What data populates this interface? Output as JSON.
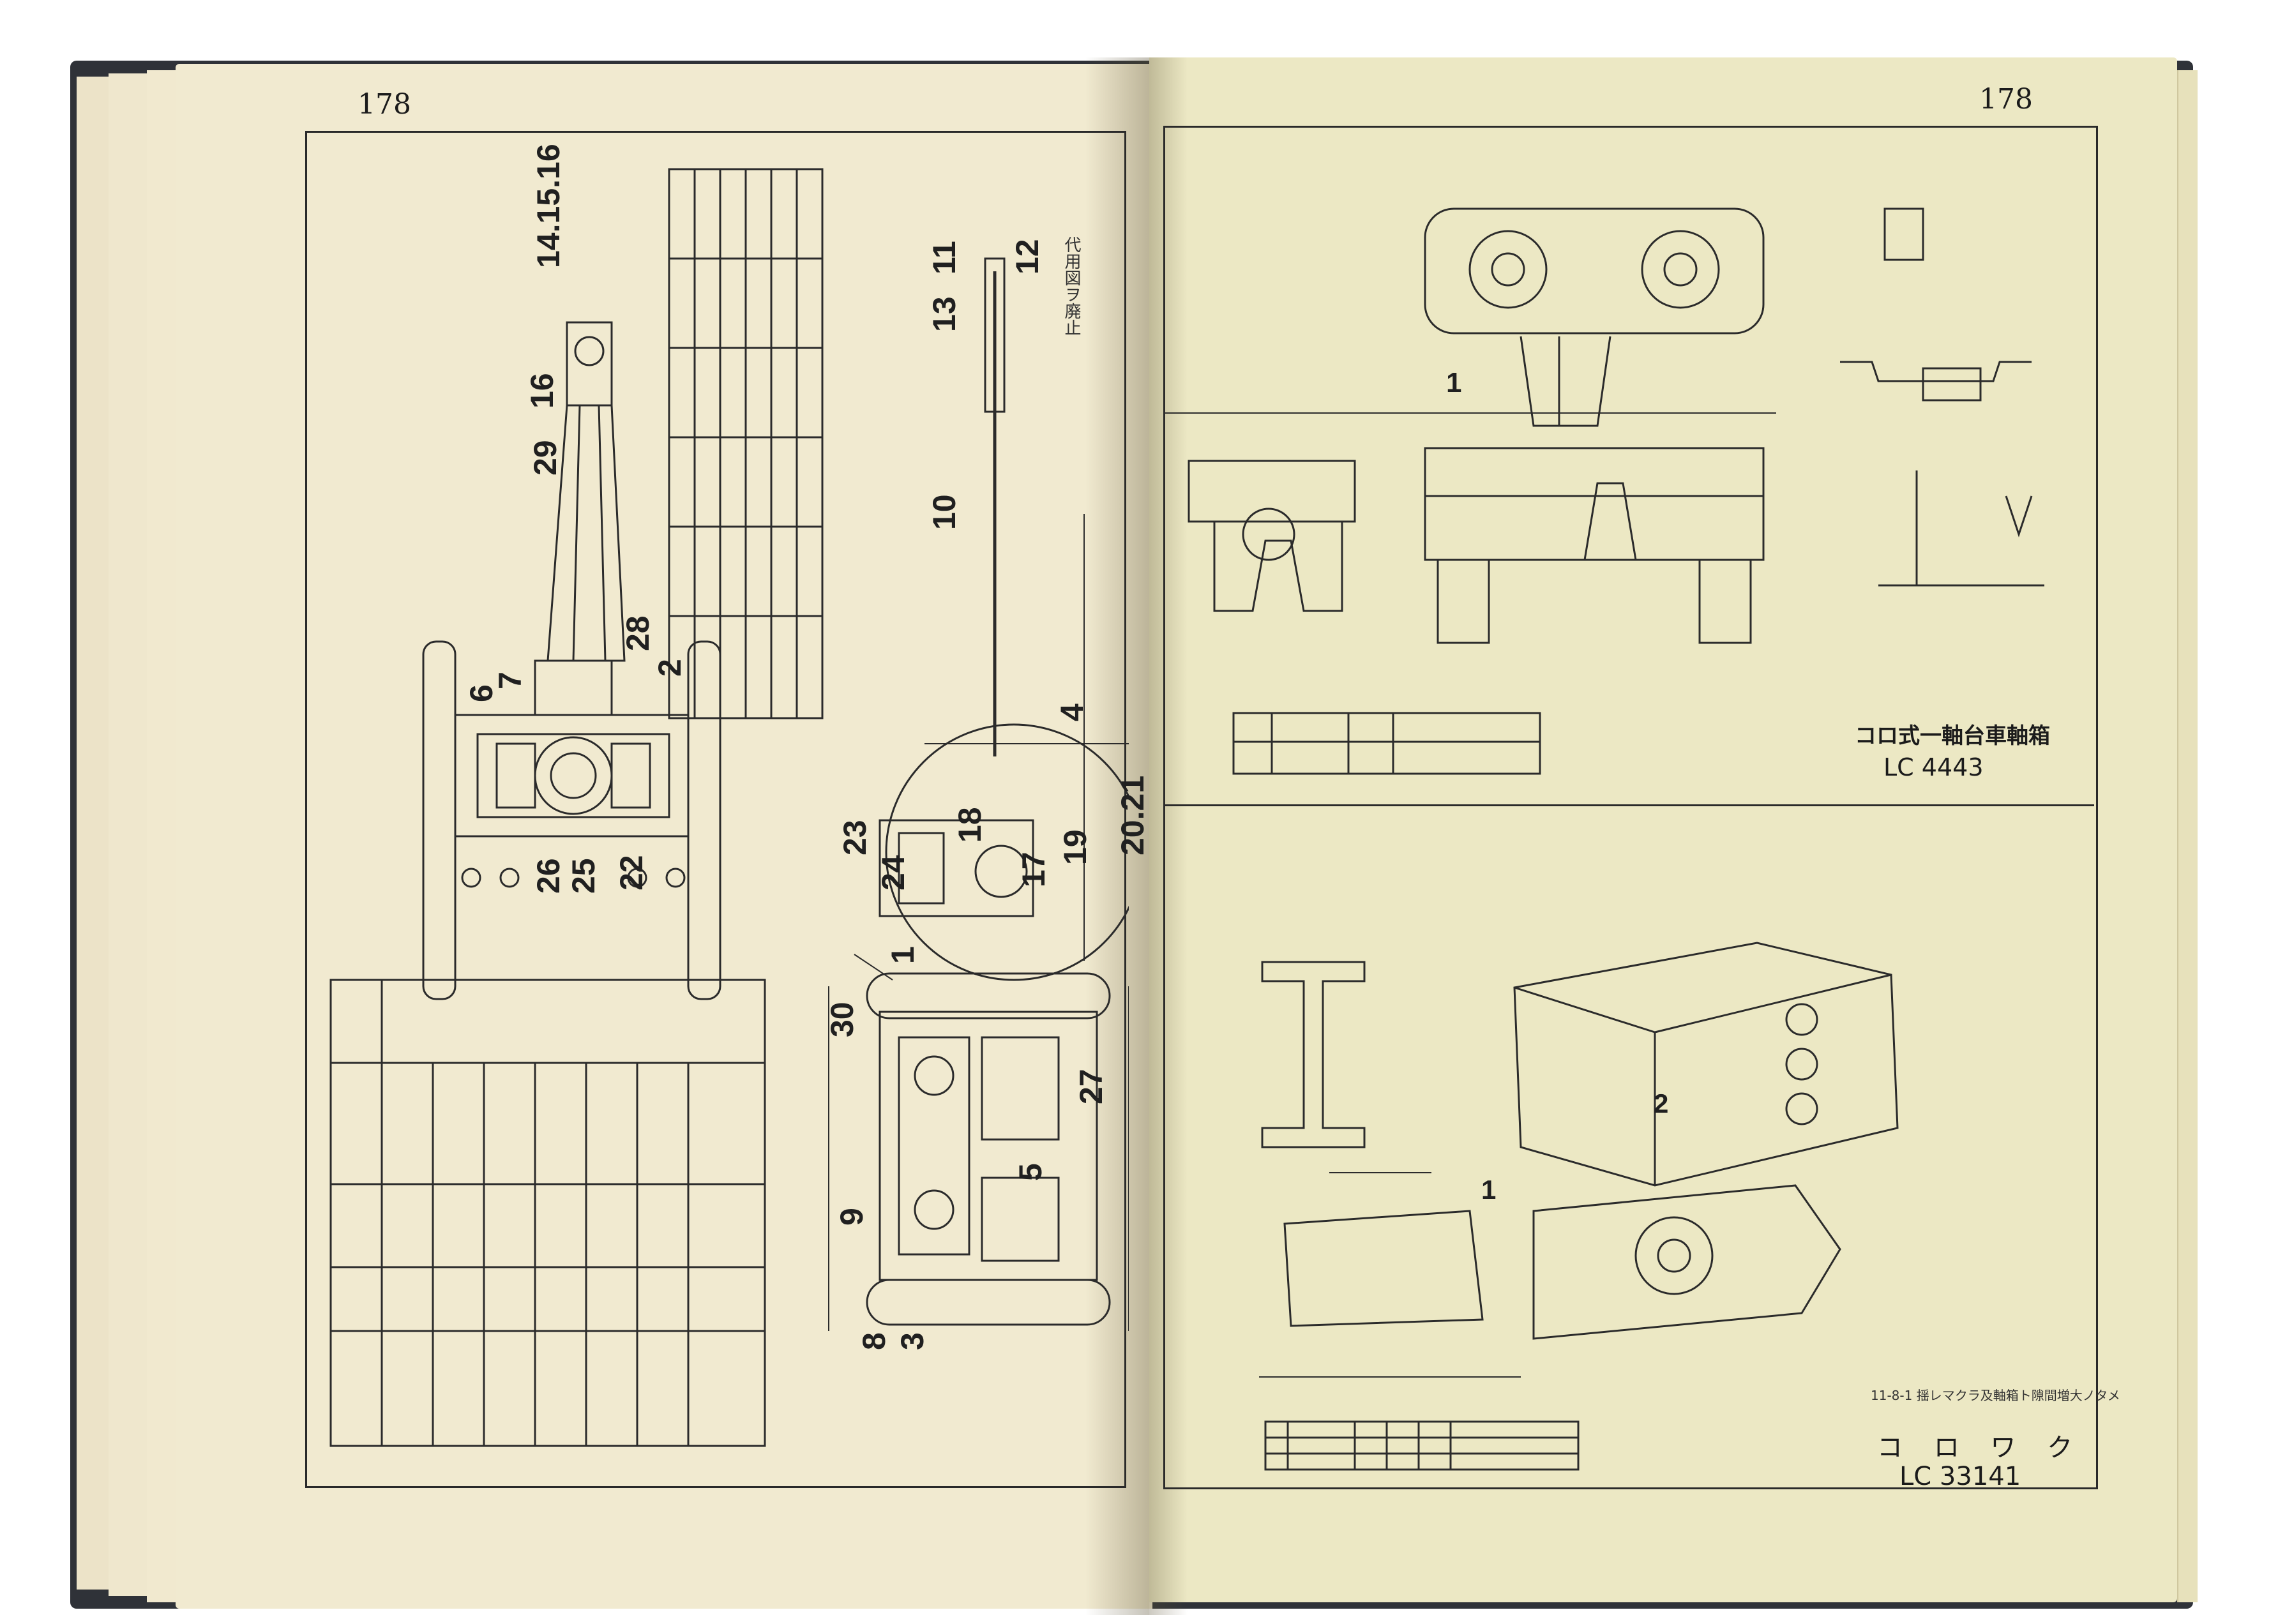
{
  "left_page": {
    "page_number": "178",
    "callouts": [
      "14.15.16",
      "16",
      "29",
      "28",
      "2",
      "7",
      "6",
      "26",
      "25",
      "22",
      "11",
      "12",
      "13",
      "10",
      "4",
      "23",
      "24",
      "18",
      "17",
      "19",
      "20.21",
      "1",
      "30",
      "27",
      "5",
      "9",
      "8",
      "3"
    ],
    "revision_notes": [
      "代用図ヲ廃止"
    ]
  },
  "right_page": {
    "page_number": "178",
    "upper_drawing": {
      "title": "コロ式一軸台車軸箱",
      "drawing_number": "LC 4443"
    },
    "lower_drawing": {
      "revision_note": "11-8-1 揺レマクラ及軸箱ト隙間増大ノタメ",
      "title": "コ ロ ワ ク",
      "drawing_number": "LC 33141"
    }
  },
  "colors": {
    "page_left": "#f1ead0",
    "page_right": "#ece8c4",
    "ink": "#1b1b1b",
    "cover": "#2f3238"
  }
}
